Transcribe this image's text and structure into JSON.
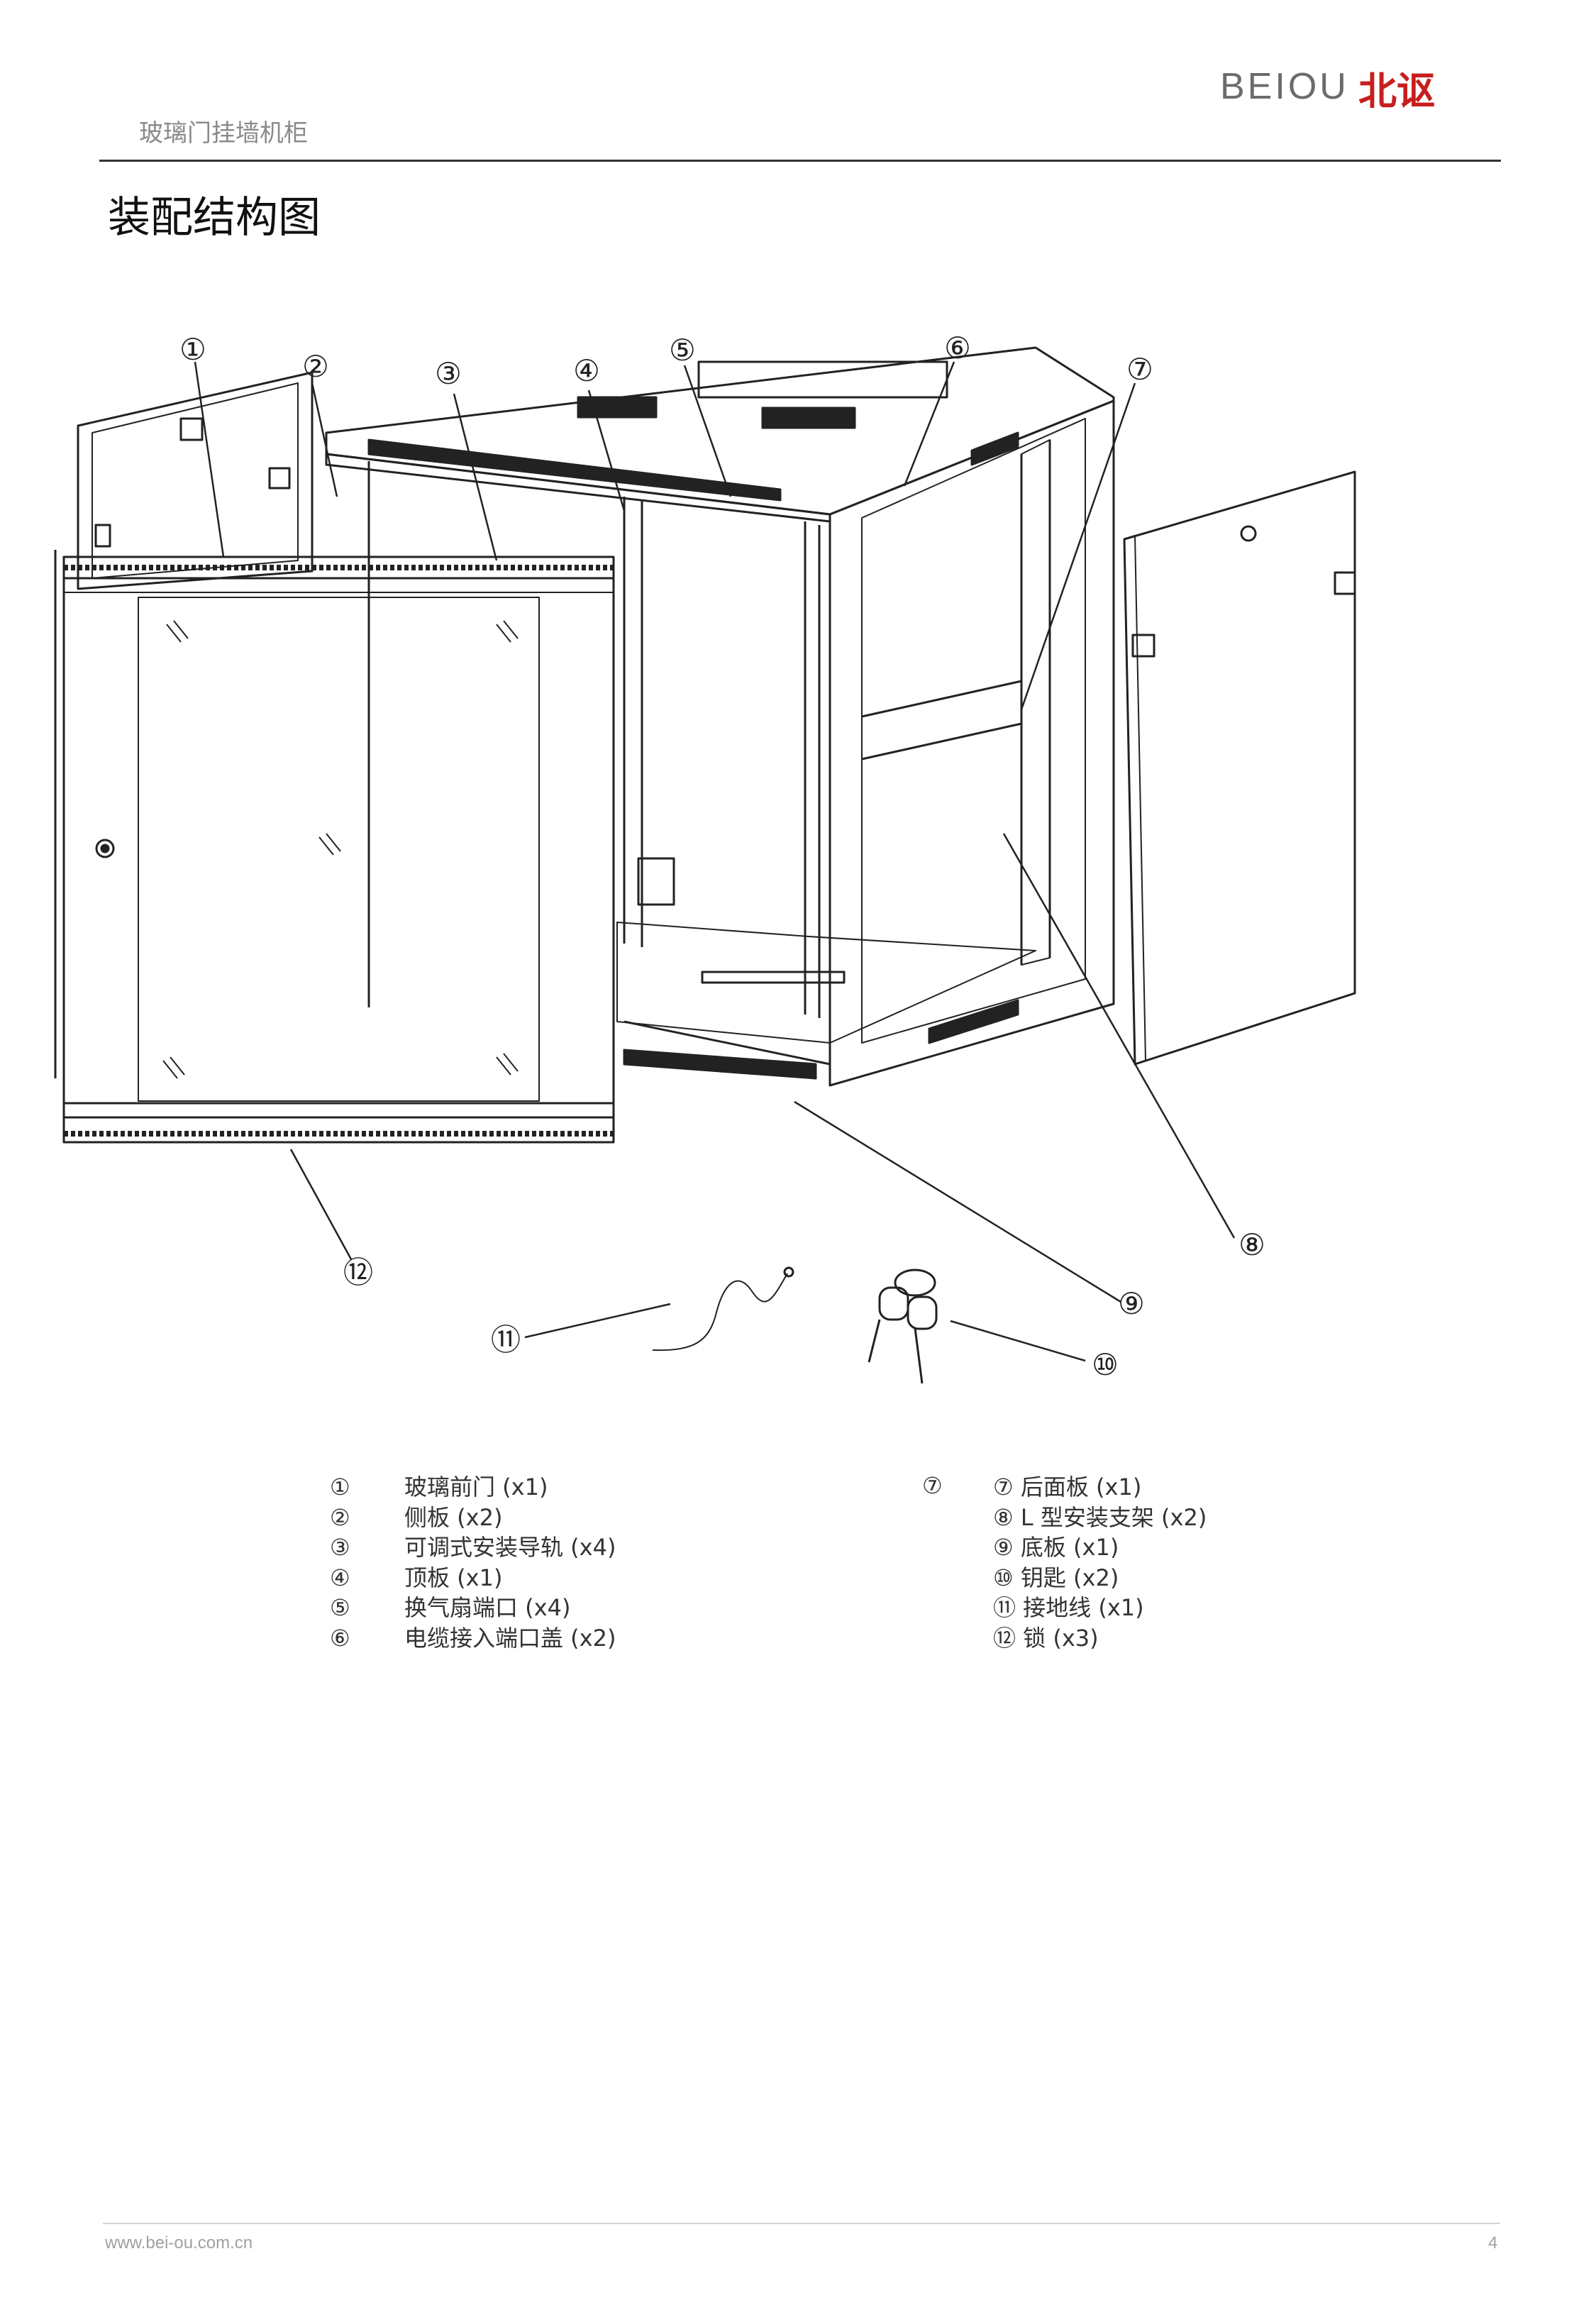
{
  "header": {
    "brand_latin": "BEIOU",
    "brand_cn": "北讴",
    "doc_title": "玻璃门挂墙机柜"
  },
  "page_heading": "装配结构图",
  "callouts": [
    "①",
    "②",
    "③",
    "④",
    "⑤",
    "⑥",
    "⑦",
    "⑧",
    "⑨",
    "⑩",
    "⑪",
    "⑫"
  ],
  "legend": {
    "left": [
      {
        "num": "①",
        "text": "玻璃前门 (x1)"
      },
      {
        "num": "②",
        "text": "侧板 (x2)"
      },
      {
        "num": "③",
        "text": "可调式安装导轨 (x4)"
      },
      {
        "num": "④",
        "text": "顶板 (x1)"
      },
      {
        "num": "⑤",
        "text": "换气扇端口 (x4)"
      },
      {
        "num": "⑥",
        "text": "电缆接入端口盖 (x2)"
      }
    ],
    "right_marker": "⑦",
    "right": [
      {
        "text": "⑦ 后面板 (x1)"
      },
      {
        "text": "⑧ L 型安装支架 (x2)"
      },
      {
        "text": "⑨ 底板 (x1)"
      },
      {
        "text": "⑩ 钥匙 (x2)"
      },
      {
        "text": "⑪ 接地线 (x1)"
      },
      {
        "text": "⑫ 锁 (x3)"
      }
    ]
  },
  "footer": {
    "url": "www.bei-ou.com.cn",
    "page_number": "4"
  },
  "colors": {
    "brand_red": "#c81e1e",
    "brand_gray": "#6b6b6b",
    "line": "#222222"
  }
}
